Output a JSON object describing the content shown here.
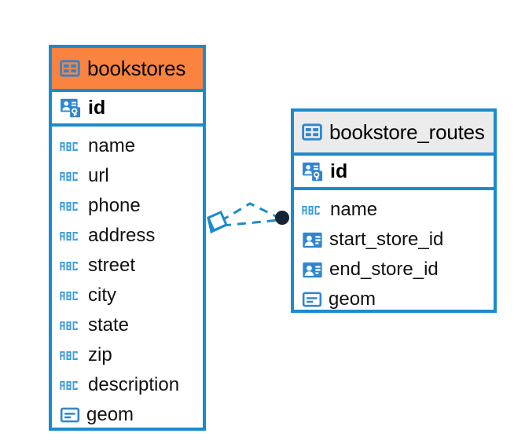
{
  "diagram": {
    "type": "entity-relationship-diagram",
    "accent_color": "#1B8BCE",
    "header_highlight_color": "#F9833F",
    "header_default_color": "#EBEBEB",
    "link_color": "#1B8BCE",
    "endpoint_color": "#132536"
  },
  "entities": [
    {
      "name": "bookstores",
      "header_style": "orange",
      "primary_key": {
        "label": "id",
        "icon": "primary-key-icon"
      },
      "fields": [
        {
          "label": "name",
          "icon": "abc-text-icon"
        },
        {
          "label": "url",
          "icon": "abc-text-icon"
        },
        {
          "label": "phone",
          "icon": "abc-text-icon"
        },
        {
          "label": "address",
          "icon": "abc-text-icon"
        },
        {
          "label": "street",
          "icon": "abc-text-icon"
        },
        {
          "label": "city",
          "icon": "abc-text-icon"
        },
        {
          "label": "state",
          "icon": "abc-text-icon"
        },
        {
          "label": "zip",
          "icon": "abc-text-icon"
        },
        {
          "label": "description",
          "icon": "abc-text-icon"
        },
        {
          "label": "geom",
          "icon": "geometry-icon"
        }
      ]
    },
    {
      "name": "bookstore_routes",
      "header_style": "grey",
      "primary_key": {
        "label": "id",
        "icon": "primary-key-icon"
      },
      "fields": [
        {
          "label": "name",
          "icon": "abc-text-icon"
        },
        {
          "label": "start_store_id",
          "icon": "foreign-key-icon"
        },
        {
          "label": "end_store_id",
          "icon": "foreign-key-icon"
        },
        {
          "label": "geom",
          "icon": "geometry-icon"
        }
      ]
    }
  ],
  "relationships": [
    {
      "from": "bookstores",
      "to": "bookstore_routes",
      "style": "dashed",
      "source_marker": "diamond",
      "target_marker": "filled-circle"
    },
    {
      "from": "bookstores",
      "to": "bookstore_routes",
      "style": "dashed",
      "source_marker": "diamond",
      "target_marker": "filled-circle"
    }
  ]
}
